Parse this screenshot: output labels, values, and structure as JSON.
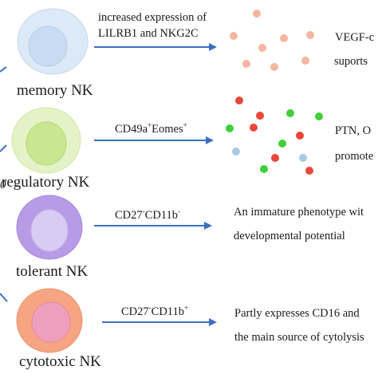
{
  "rows": [
    {
      "name": "memory NK",
      "marker_line1": "increased expression of",
      "marker_line2": "LILRB1 and NKG2C",
      "desc_line1": "VEGF-c",
      "desc_line2": "suports",
      "outer_color": "#dce9f7",
      "inner_color": "#c7dcf2"
    },
    {
      "name": "regulatory NK",
      "marker_base1": "CD49a",
      "marker_sup1": "+",
      "marker_base2": "Eomes",
      "marker_sup2": "+",
      "desc_line1": "PTN, O",
      "desc_line2": "promote",
      "outer_color": "#e4f2c8",
      "inner_color": "#c9e690"
    },
    {
      "name": "tolerant NK",
      "marker_base1": "CD27",
      "marker_sup1": "-",
      "marker_base2": "CD11b",
      "marker_sup2": "-",
      "desc_line1": "An immature phenotype wit",
      "desc_line2": "developmental potential",
      "outer_color": "#b89be6",
      "inner_color": "#d8ccf4"
    },
    {
      "name": "cytotoxic NK",
      "marker_base1": "CD27",
      "marker_sup1": "-",
      "marker_base2": "CD11b",
      "marker_sup2": "+",
      "desc_line1": "Partly expresses CD16 and",
      "desc_line2": "the main source of cytolysis",
      "outer_color": "#f6a482",
      "inner_color": "#ef9fbd"
    }
  ],
  "edge_glyph": "0",
  "colors": {
    "arrow": "#3b6fc2",
    "dot_peach": "#f5b6a0",
    "dot_red": "#e8473a",
    "dot_green": "#3fcf3a",
    "dot_blue": "#a7c9e3"
  }
}
